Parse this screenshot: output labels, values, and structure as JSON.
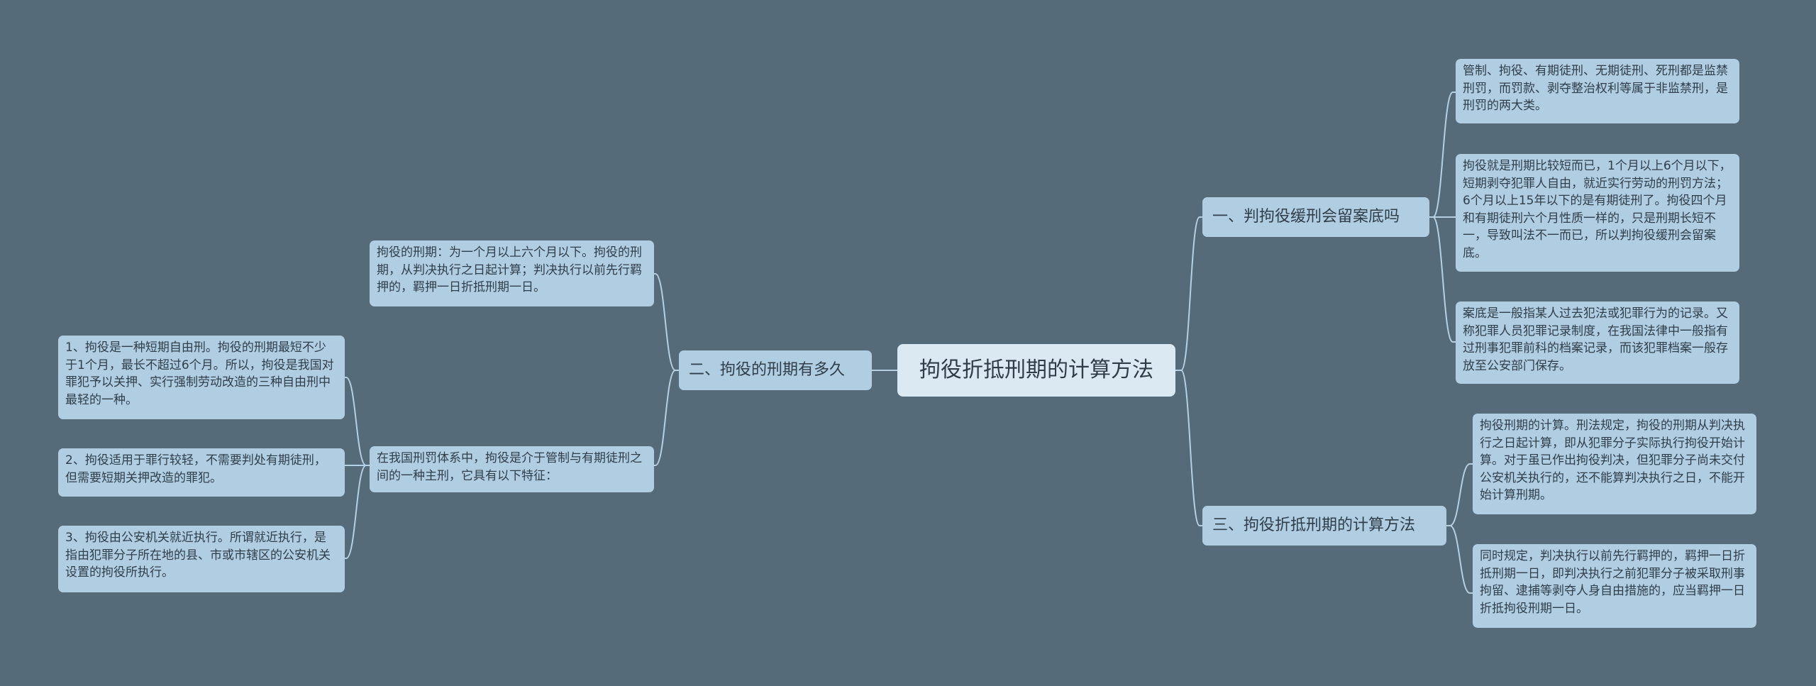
{
  "root": {
    "label": "拘役折抵刑期的计算方法"
  },
  "branches": [
    {
      "label": "一、判拘役缓刑会留案底吗"
    },
    {
      "label": "二、拘役的刑期有多久"
    },
    {
      "label": "三、拘役折抵刑期的计算方法"
    }
  ],
  "leaves": {
    "b1": [
      "管制、拘役、有期徒刑、无期徒刑、死刑都是监禁刑罚，而罚款、剥夺整治权利等属于非监禁刑，是刑罚的两大类。",
      "拘役就是刑期比较短而已，1个月以上6个月以下，短期剥夺犯罪人自由，就近实行劳动的刑罚方法；6个月以上15年以下的是有期徒刑了。拘役四个月和有期徒刑六个月性质一样的，只是刑期长短不一，导致叫法不一而已，所以判拘役缓刑会留案底。",
      "案底是一般指某人过去犯法或犯罪行为的记录。又称犯罪人员犯罪记录制度，在我国法律中一般指有过刑事犯罪前科的档案记录，而该犯罪档案一般存放至公安部门保存。"
    ],
    "b2": [
      "拘役的刑期：为一个月以上六个月以下。拘役的刑期，从判决执行之日起计算；判决执行以前先行羁押的，羁押一日折抵刑期一日。",
      "在我国刑罚体系中，拘役是介于管制与有期徒刑之间的一种主刑，它具有以下特征："
    ],
    "b2sub": [
      "1、拘役是一种短期自由刑。拘役的刑期最短不少于1个月，最长不超过6个月。所以，拘役是我国对罪犯予以关押、实行强制劳动改造的三种自由刑中最轻的一种。",
      "2、拘役适用于罪行较轻，不需要判处有期徒刑，但需要短期关押改造的罪犯。",
      "3、拘役由公安机关就近执行。所谓就近执行，是指由犯罪分子所在地的县、市或市辖区的公安机关设置的拘役所执行。"
    ],
    "b3": [
      "拘役刑期的计算。刑法规定，拘役的刑期从判决执行之日起计算，即从犯罪分子实际执行拘役开始计算。对于虽已作出拘役判决，但犯罪分子尚未交付公安机关执行的，还不能算判决执行之日，不能开始计算刑期。",
      "同时规定，判决执行以前先行羁押的，羁押一日折抵刑期一日，即判决执行之前犯罪分子被采取刑事拘留、逮捕等剥夺人身自由措施的，应当羁押一日折抵拘役刑期一日。"
    ]
  },
  "colors": {
    "background": "#566b7a",
    "node": "#b0cde2",
    "root": "#dbe9f3",
    "line": "#b5d0e3"
  }
}
